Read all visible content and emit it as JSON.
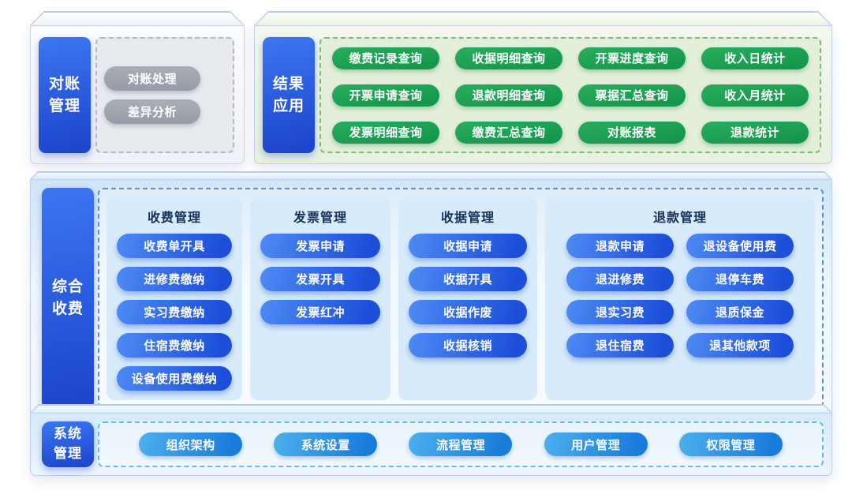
{
  "panels": {
    "reconciliation": {
      "label": "对账\n管理",
      "items": [
        "对账处理",
        "差异分析"
      ]
    },
    "results": {
      "label": "结果\n应用",
      "items": [
        "缴费记录查询",
        "收据明细查询",
        "开票进度查询",
        "收入日统计",
        "开票申请查询",
        "退款明细查询",
        "票据汇总查询",
        "收入月统计",
        "发票明细查询",
        "缴费汇总查询",
        "对账报表",
        "退款统计"
      ]
    },
    "charging": {
      "label": "综合\n收费",
      "groups": [
        {
          "title": "收费管理",
          "items": [
            "收费单开具",
            "进修费缴纳",
            "实习费缴纳",
            "住宿费缴纳",
            "设备使用费缴纳"
          ]
        },
        {
          "title": "发票管理",
          "items": [
            "发票申请",
            "发票开具",
            "发票红冲"
          ]
        },
        {
          "title": "收据管理",
          "items": [
            "收据申请",
            "收据开具",
            "收据作废",
            "收据核销"
          ]
        },
        {
          "title": "退款管理",
          "items": [
            "退款申请",
            "退设备使用费",
            "退进修费",
            "退停车费",
            "退实习费",
            "退质保金",
            "退住宿费",
            "退其他款项"
          ]
        }
      ]
    },
    "system": {
      "label": "系统\n管理",
      "items": [
        "组织架构",
        "系统设置",
        "流程管理",
        "用户管理",
        "权限管理"
      ]
    }
  },
  "colors": {
    "label-a": "#3b76f0",
    "label-b": "#1b43cd",
    "green-a": "#29ad5e",
    "green-b": "#119448",
    "blue-a": "#4d8bf4",
    "blue-b": "#1c4ed8",
    "cyan-a": "#4db0ee",
    "cyan-b": "#197bda",
    "gray-a": "#a9aeb6",
    "gray-b": "#969ca6",
    "navy": "#16325c",
    "dash-gray": "#b2b8c2",
    "dash-green": "#84b878",
    "dash-blue": "#5c8fd8",
    "dash-cyan": "#5fc0ed"
  }
}
